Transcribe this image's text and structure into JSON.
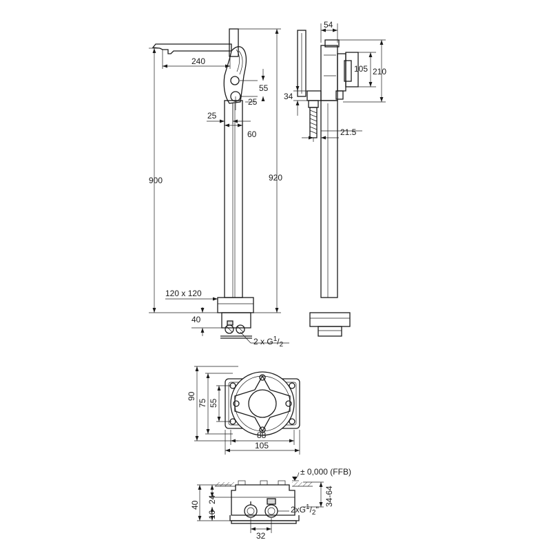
{
  "front_view": {
    "dim_spout_reach": "240",
    "dim_height_total": "900",
    "dim_height_outlet": "920",
    "dim_handle_55": "55",
    "dim_handle_25": "25",
    "dim_pipe_25": "25",
    "dim_pipe_60": "60",
    "dim_base": "120 x 120",
    "dim_base_h": "40",
    "connection_main": "2 x G",
    "connection_sup": "1",
    "connection_sub": "2"
  },
  "side_view": {
    "dim_top_width": "54",
    "dim_body_105": "105",
    "dim_body_210": "210",
    "dim_holder_34": "34",
    "dim_offset_215": "21.5"
  },
  "plan_view": {
    "dim_90": "90",
    "dim_75": "75",
    "dim_55": "55",
    "dim_88": "88",
    "dim_105": "105"
  },
  "box_section": {
    "ffb_label": "± 0,000 (FFB)",
    "dim_40": "40",
    "dim_24": "24",
    "dim_16": "16",
    "dim_3464": "34-64",
    "dim_32": "32",
    "connection_main": "2xG",
    "connection_sup": "1",
    "connection_sub": "2"
  }
}
